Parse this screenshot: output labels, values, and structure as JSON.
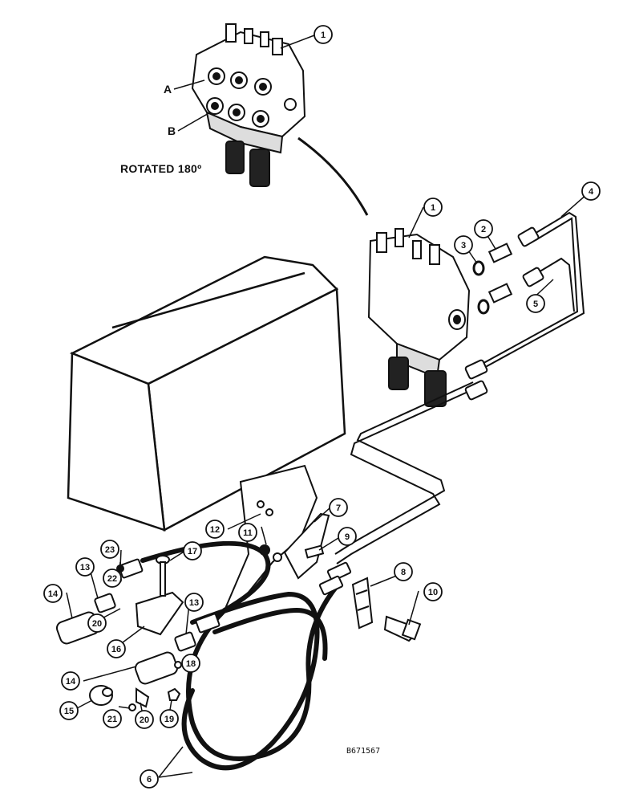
{
  "labels": {
    "rotated": "ROTATED 180º",
    "drawing_code": "B671567",
    "port_a": "A",
    "port_b": "B"
  },
  "callouts": [
    "1",
    "1",
    "2",
    "3",
    "4",
    "5",
    "6",
    "7",
    "8",
    "9",
    "10",
    "11",
    "12",
    "13",
    "13",
    "14",
    "14",
    "15",
    "16",
    "17",
    "18",
    "19",
    "20",
    "20",
    "21",
    "22",
    "23"
  ],
  "colors": {
    "ink": "#111111",
    "paper": "#ffffff"
  }
}
